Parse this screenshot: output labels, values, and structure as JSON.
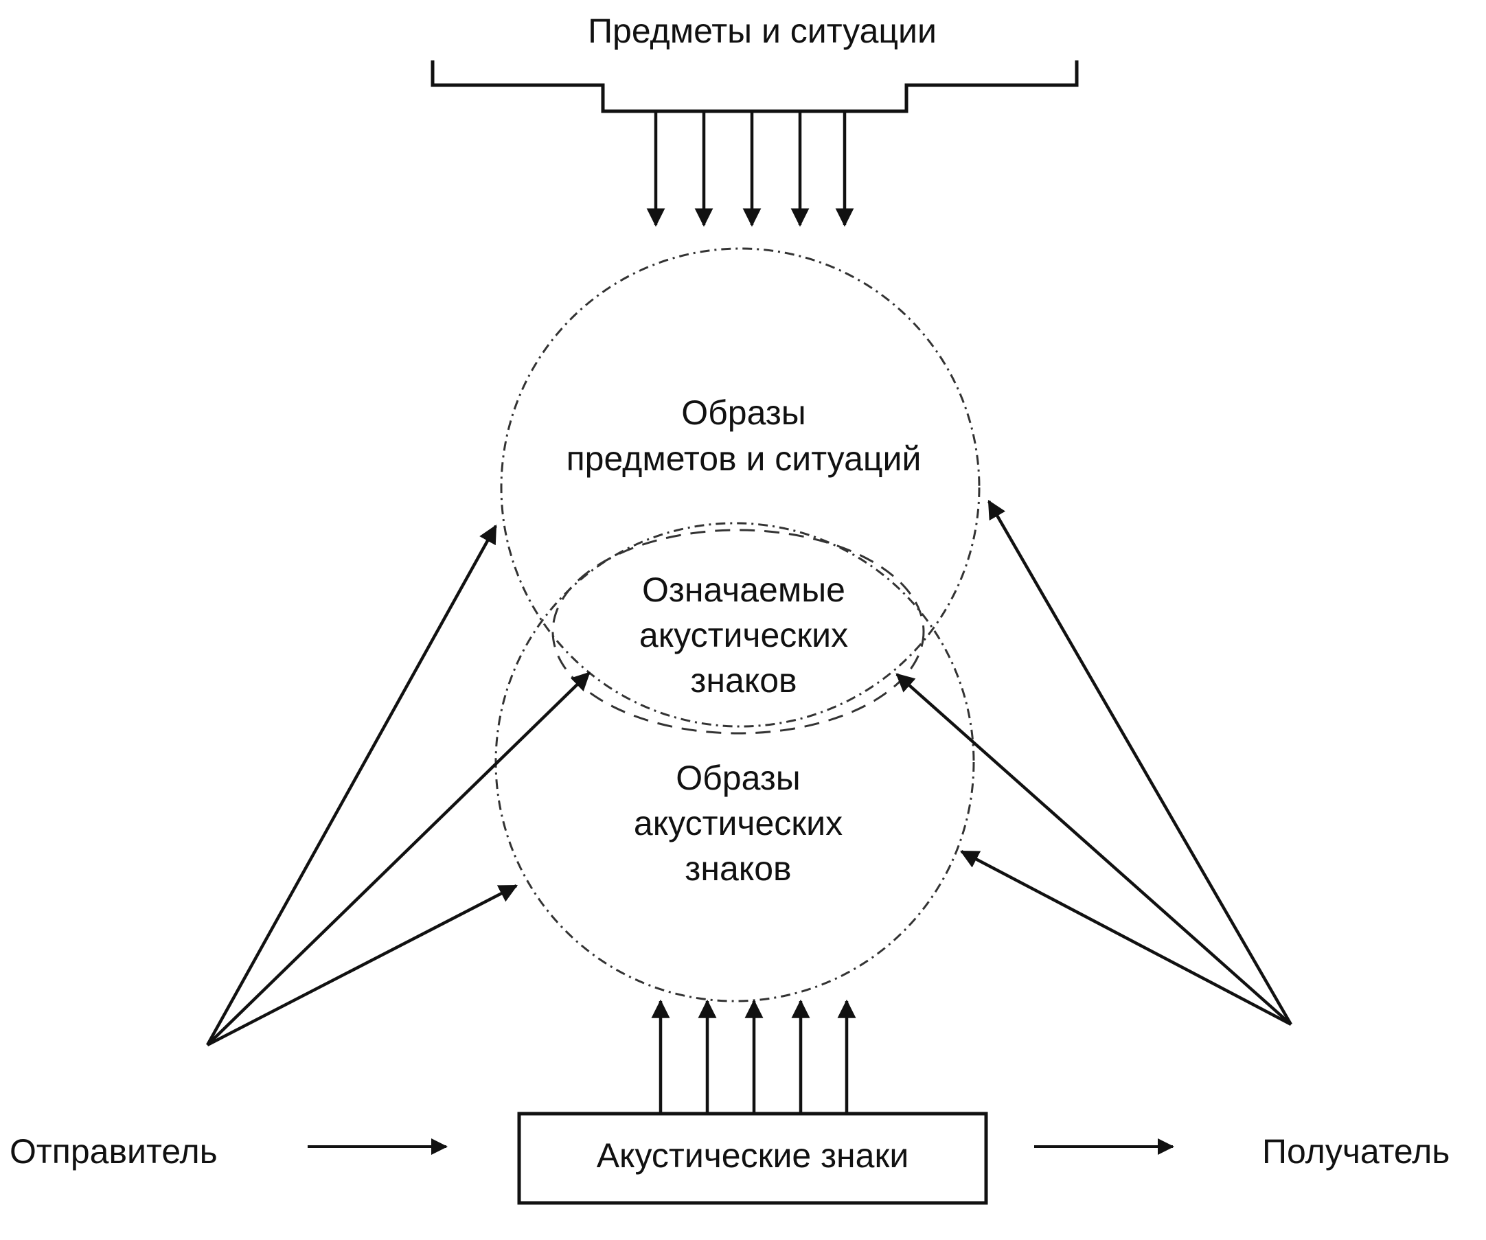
{
  "diagram": {
    "top_label": "Предметы и ситуации",
    "upper_circle": {
      "line1": "Образы",
      "line2": "предметов и ситуаций"
    },
    "overlap": {
      "line1": "Означаемые",
      "line2": "акустических",
      "line3": "знаков"
    },
    "lower_circle": {
      "line1": "Образы",
      "line2": "акустических",
      "line3": "знаков"
    },
    "box_label": "Акустические знаки",
    "sender_label": "Отправитель",
    "receiver_label": "Получатель",
    "colors": {
      "ink": "#111111",
      "background": "#ffffff"
    }
  }
}
